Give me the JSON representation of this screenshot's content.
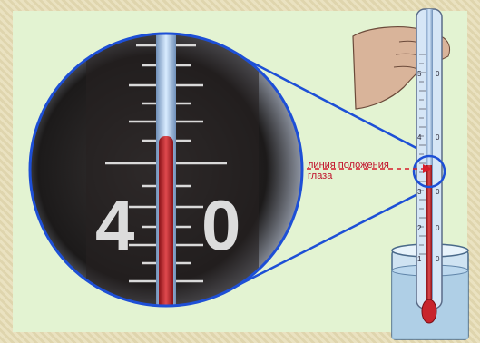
{
  "figure": {
    "caption_line1": "линия положения",
    "caption_line2": "глаза",
    "magnified_numerals": [
      "4",
      "0"
    ],
    "thermometer_numerals": [
      "5",
      "0",
      "4",
      "0",
      "3",
      "0",
      "2",
      "0",
      "1",
      "0"
    ],
    "colors": {
      "magnifier_outline": "#1d4fd6",
      "mercury": "#c8242c",
      "sight_line": "#d81b2a",
      "background_panel": "#e3f3d2",
      "frame": "#e6dcb3"
    }
  }
}
